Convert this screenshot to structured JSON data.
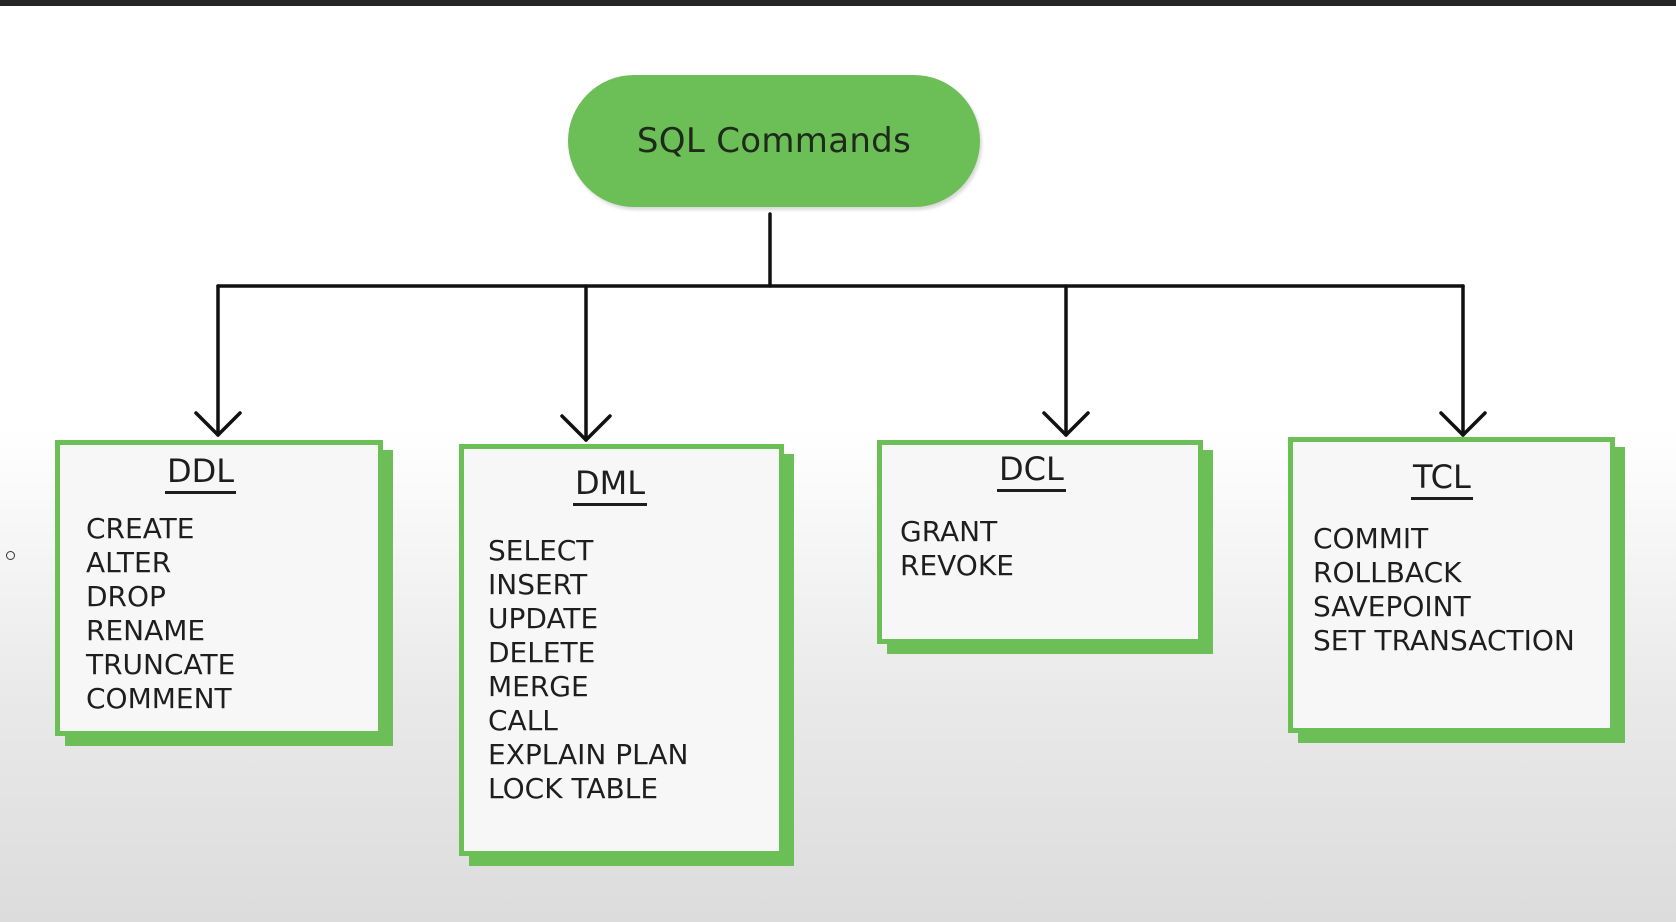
{
  "root": {
    "label": "SQL Commands"
  },
  "categories": [
    {
      "title": "DDL",
      "commands": [
        "CREATE",
        "ALTER",
        "DROP",
        "RENAME",
        "TRUNCATE",
        "COMMENT"
      ]
    },
    {
      "title": "DML",
      "commands": [
        "SELECT",
        "INSERT",
        "UPDATE",
        "DELETE",
        "MERGE",
        "CALL",
        "EXPLAIN PLAN",
        "LOCK TABLE"
      ]
    },
    {
      "title": "DCL",
      "commands": [
        "GRANT",
        "REVOKE"
      ]
    },
    {
      "title": "TCL",
      "commands": [
        "COMMIT",
        "ROLLBACK",
        "SAVEPOINT",
        "SET TRANSACTION"
      ]
    }
  ],
  "colors": {
    "accent_green": "#6cbe56",
    "line": "#111111",
    "text": "#1e1e1e"
  }
}
